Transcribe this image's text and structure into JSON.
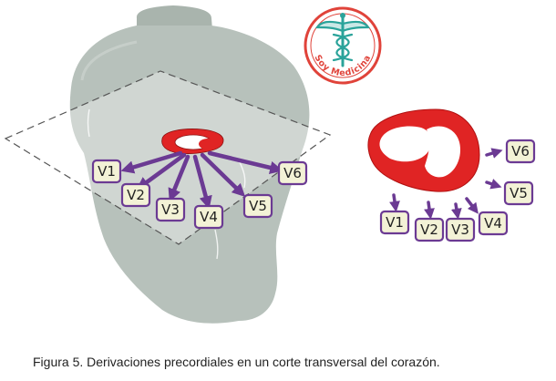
{
  "logo": {
    "text": "Soy Medicina",
    "ring_color": "#e0433a",
    "symbol_color": "#2aa39a"
  },
  "caption": {
    "text": "Figura 5. Derivaciones precordiales en un corte transversal del corazón."
  },
  "torso_leads": [
    "V1",
    "V2",
    "V3",
    "V4",
    "V5",
    "V6"
  ],
  "cross_section_leads": [
    "V1",
    "V2",
    "V3",
    "V4",
    "V5",
    "V6"
  ],
  "colors": {
    "torso": "#b7c1bb",
    "heart": "#e02424",
    "arrow": "#6b3a93",
    "lead_box_fill": "#f3f2d6"
  }
}
